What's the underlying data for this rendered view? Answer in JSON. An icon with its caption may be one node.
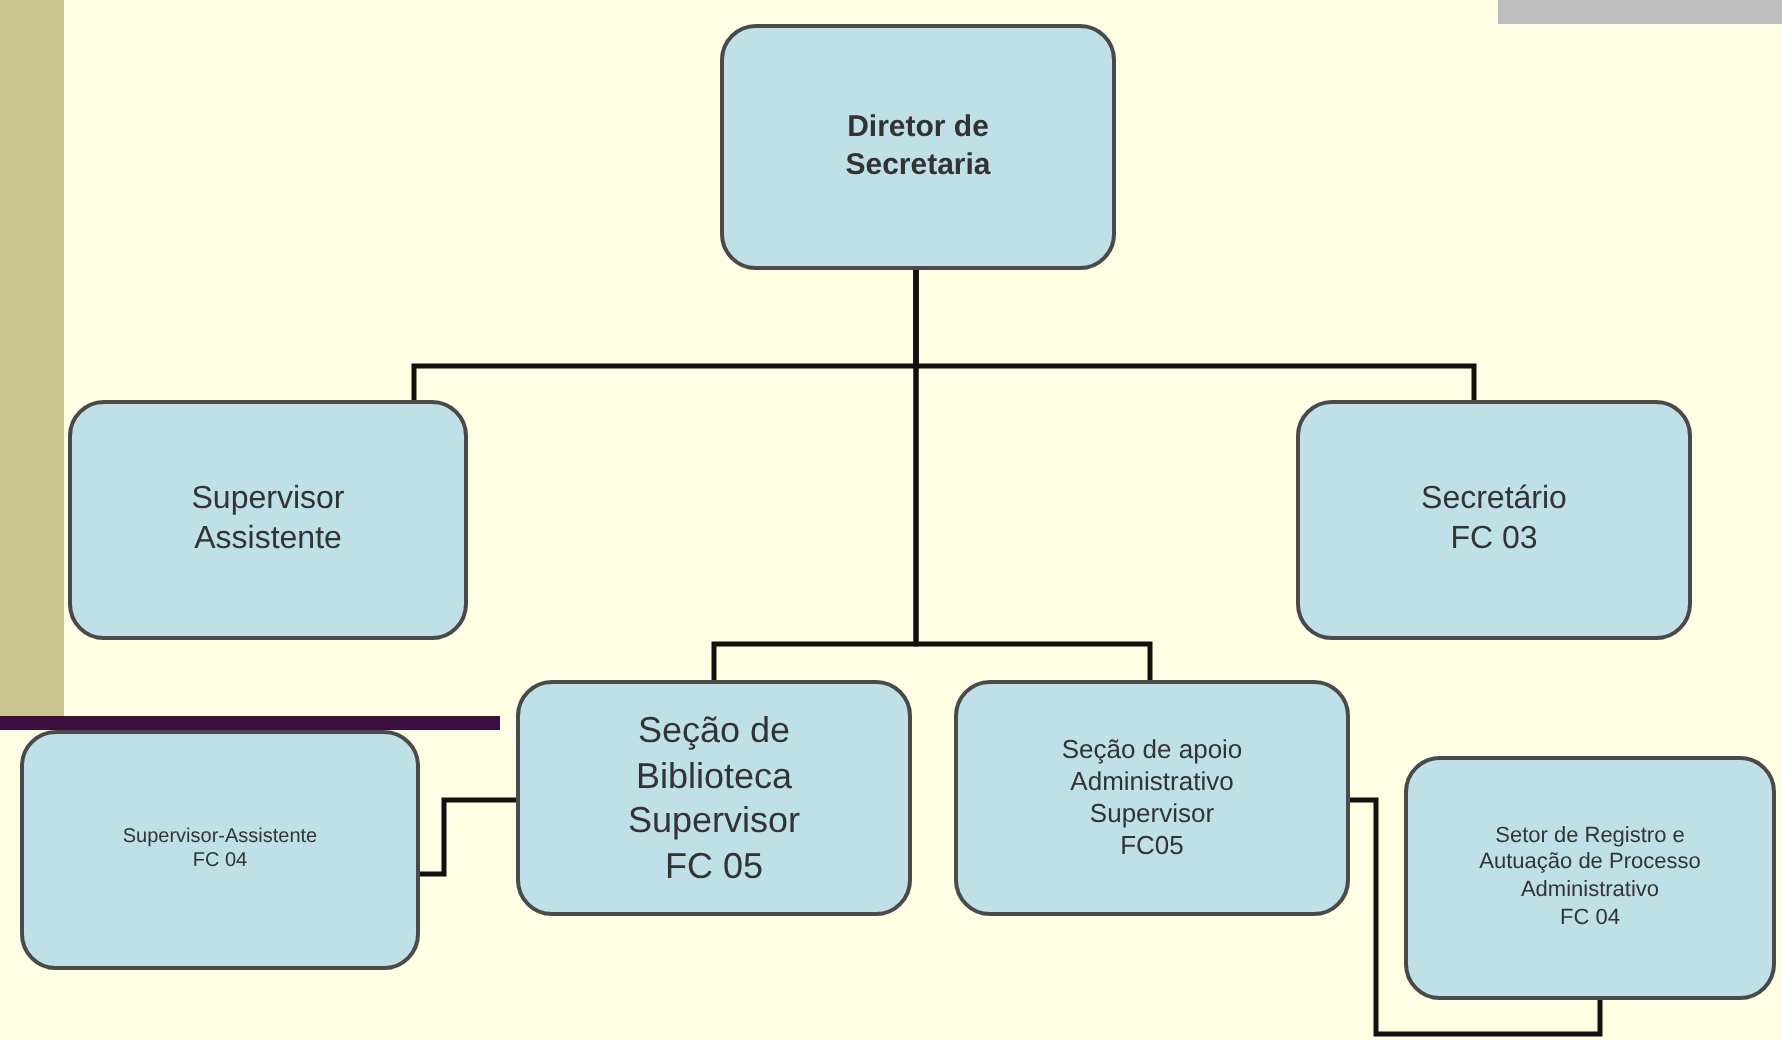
{
  "diagram": {
    "nodes": [
      {
        "text": [
          "Diretor de Secretaria"
        ]
      },
      {
        "text": [
          "Supervisor Assistente"
        ]
      },
      {
        "text": [
          "Secretário",
          "FC 03"
        ]
      },
      {
        "text": [
          "Seção de Biblioteca",
          "Supervisor",
          "FC 05"
        ]
      },
      {
        "text": [
          "Seção de apoio Administrativo",
          "Supervisor",
          "FC05"
        ]
      },
      {
        "text": [
          "Supervisor-Assistente",
          "FC 04"
        ]
      },
      {
        "text": [
          "Setor de Registro e Autuação de Processo Administrativo",
          "FC 04"
        ]
      }
    ],
    "edges": [
      {
        "from": 0,
        "to": 1,
        "arrow": "none"
      },
      {
        "from": 0,
        "to": 2,
        "arrow": "none"
      },
      {
        "from": 0,
        "to": 3,
        "arrow": "none"
      },
      {
        "from": 0,
        "to": 4,
        "arrow": "none"
      },
      {
        "from": 3,
        "to": 5,
        "arrow": "none"
      },
      {
        "from": 4,
        "to": 6,
        "arrow": "none"
      }
    ]
  }
}
